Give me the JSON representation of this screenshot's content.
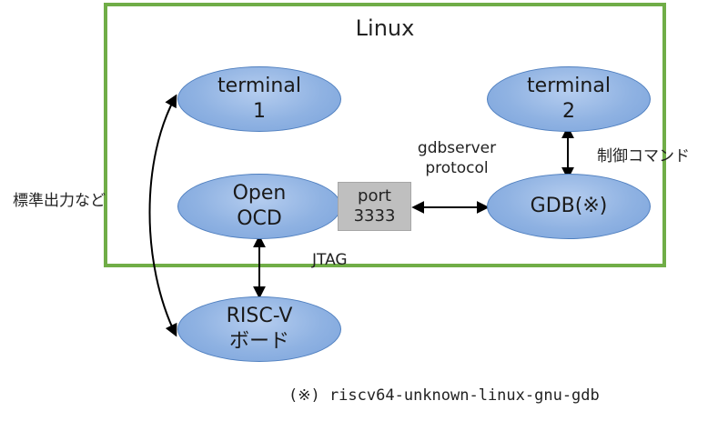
{
  "frame": {
    "title": "Linux"
  },
  "nodes": {
    "terminal1": {
      "line1": "terminal",
      "line2": "1"
    },
    "terminal2": {
      "line1": "terminal",
      "line2": "2"
    },
    "openocd": {
      "line1": "Open",
      "line2": "OCD"
    },
    "gdb": {
      "line1": "GDB(※)"
    },
    "riscv": {
      "line1": "RISC-V",
      "line2": "ボード"
    }
  },
  "port": {
    "line1": "port",
    "line2": "3333"
  },
  "labels": {
    "protocol_line1": "gdbserver",
    "protocol_line2": "protocol",
    "control": "制御コマンド",
    "stdout": "標準出力など",
    "jtag": "JTAG"
  },
  "footnote": "(※) riscv64-unknown-linux-gnu-gdb",
  "colors": {
    "frame_border": "#70ad47",
    "node_fill": "#8fb2e2",
    "port_fill": "#bfbfbf"
  }
}
